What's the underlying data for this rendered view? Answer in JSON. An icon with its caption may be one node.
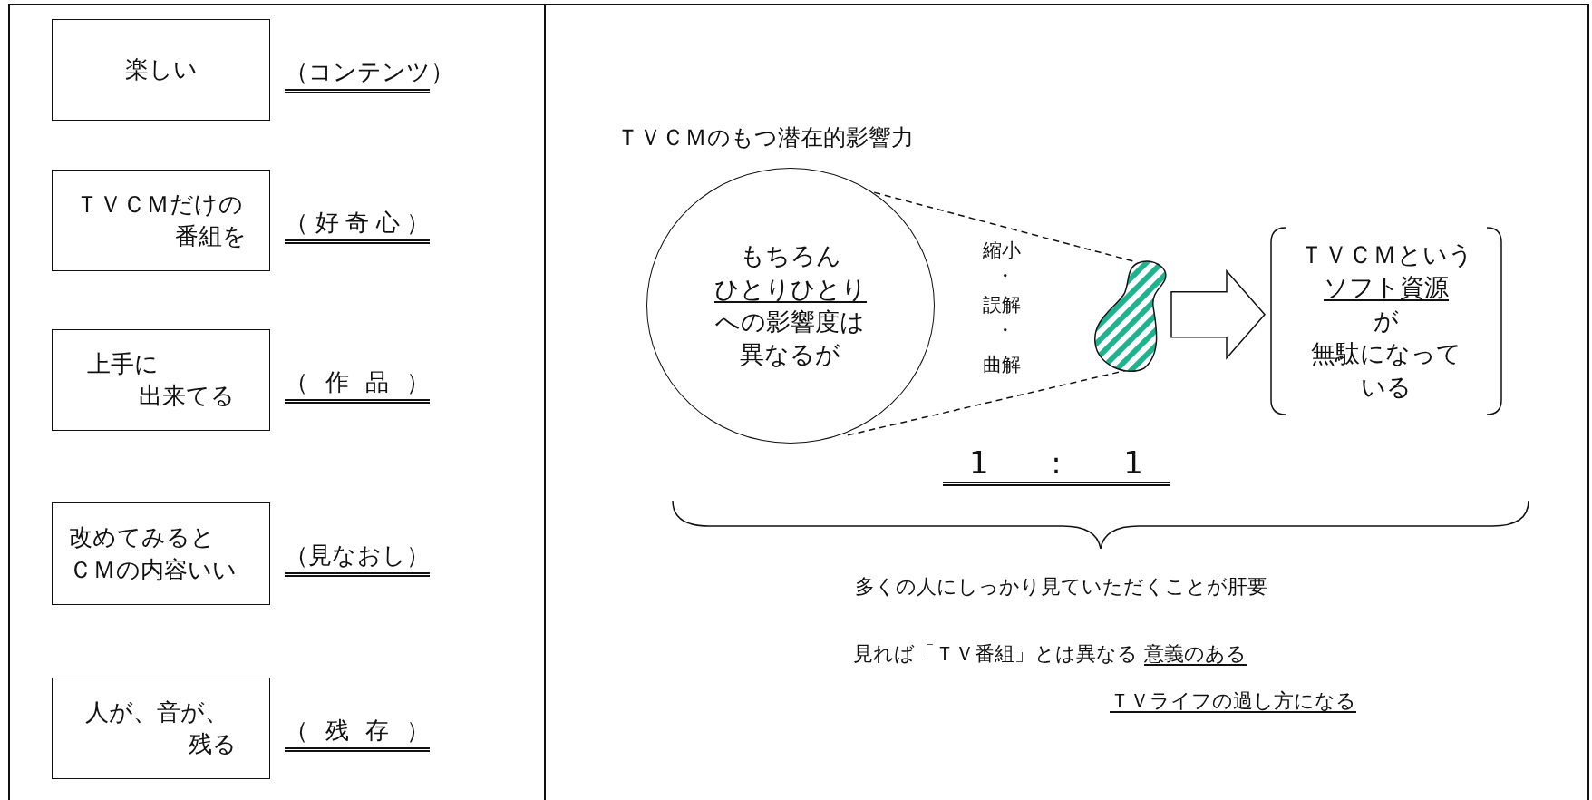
{
  "diagram": {
    "nodes": [
      {
        "text": [
          "楽しい"
        ],
        "beside": [
          "（コンテンツ）"
        ]
      },
      {
        "text": [
          "ＴＶＣＭだけの番組を"
        ],
        "beside": [
          "（好奇心）"
        ]
      },
      {
        "text": [
          "上手に出来てる"
        ],
        "beside": [
          "（作品）"
        ]
      },
      {
        "text": [
          "改めてみるとＣＭの内容いい"
        ],
        "beside": [
          "（見なおし）"
        ]
      },
      {
        "text": [
          "人が、音が、残る"
        ],
        "beside": [
          "（残存）"
        ]
      },
      {
        "text": [
          "もちろん",
          "ひとりひとり",
          "への影響度は異なるが"
        ]
      },
      {
        "text": [],
        "shape": "blob"
      },
      {
        "text": [
          "ＴＶＣＭという",
          "ソフト資源",
          "が無駄になっている"
        ]
      }
    ],
    "edges": [
      {
        "from": 5,
        "to": 6,
        "arrow": "none",
        "style": "dashed"
      },
      {
        "from": 5,
        "to": 6,
        "arrow": "none",
        "style": "dashed"
      },
      {
        "from": 6,
        "to": 7,
        "arrow": "to"
      }
    ],
    "labels": [
      "ＴＶＣＭのもつ潜在的影響力",
      "縮小",
      "・",
      "誤解",
      "・",
      "曲解",
      "1 : 1",
      "多くの人にしっかり見ていただくことが肝要",
      "見れば「ＴＶ番組」とは異なる",
      "意義のある",
      "ＴＶライフの過し方になる"
    ]
  }
}
